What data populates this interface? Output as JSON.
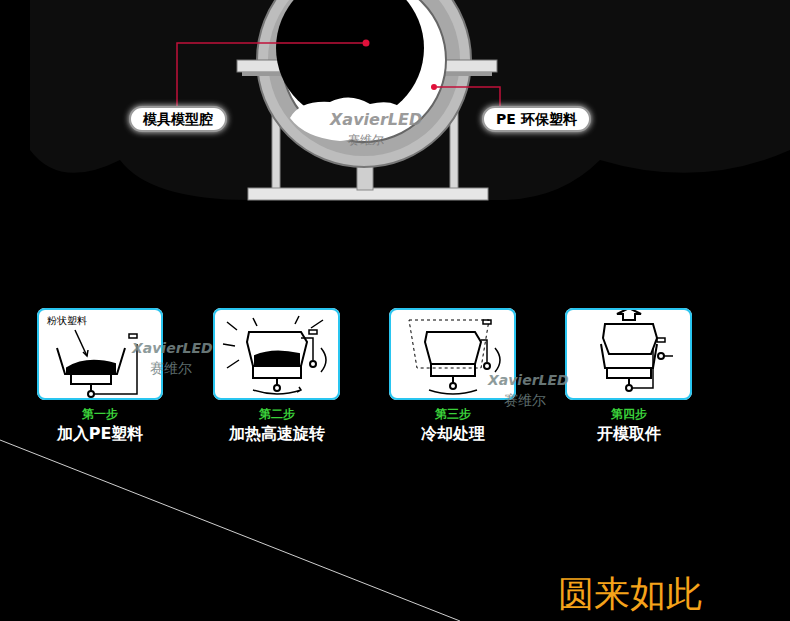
{
  "diagram": {
    "nodes": [
      {
        "text": [
          "模具模型腔"
        ]
      },
      {
        "text": [
          "PE 环保塑料"
        ]
      },
      {
        "text": [
          "粉状塑料",
          "第一步",
          "加入PE塑料"
        ]
      },
      {
        "text": [
          "第二步",
          "加热高速旋转"
        ]
      },
      {
        "text": [
          "第三步",
          "冷却处理"
        ]
      },
      {
        "text": [
          "第四步",
          "开模取件"
        ]
      }
    ],
    "labels": [
      "XavierLED",
      "赛维尔",
      "XavierLED",
      "赛维尔",
      "XavierLED",
      "赛维尔",
      "圆来如此"
    ]
  }
}
